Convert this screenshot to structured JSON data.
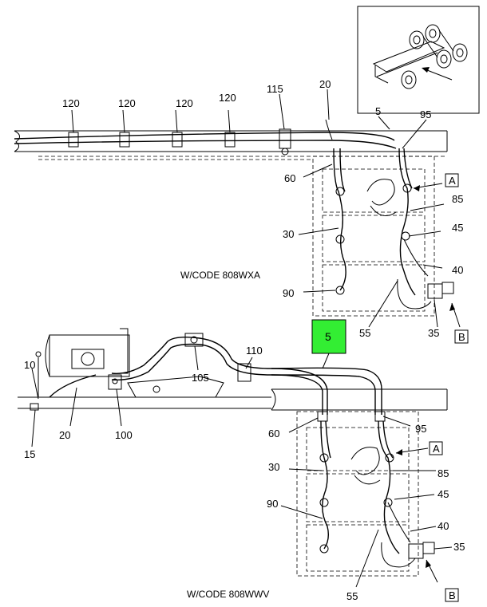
{
  "colors": {
    "highlight": "#33ee33",
    "line": "#000000",
    "background": "#ffffff"
  },
  "upper_view": {
    "caption": "W/CODE 808WXA",
    "callouts": {
      "c120a": "120",
      "c120b": "120",
      "c120c": "120",
      "c120d": "120",
      "c115": "115",
      "c20": "20",
      "c5": "5",
      "c95": "95",
      "c60": "60",
      "c85": "85",
      "c30": "30",
      "c45": "45",
      "c40": "40",
      "c90": "90",
      "c55": "55",
      "c35": "35"
    },
    "box_a": "A",
    "box_b": "B"
  },
  "lower_view": {
    "caption": "W/CODE 808WWV",
    "callouts": {
      "c110": "110",
      "c105": "105",
      "c10": "10",
      "c20": "20",
      "c100": "100",
      "c15": "15",
      "c95": "95",
      "c60": "60",
      "c30": "30",
      "c85": "85",
      "c45": "45",
      "c90": "90",
      "c40": "40",
      "c35": "35",
      "c55": "55"
    },
    "box_a": "A",
    "box_b": "B"
  },
  "highlight_callout": "5",
  "locator_view": {
    "icon": "truck-chassis-locator-icon"
  }
}
